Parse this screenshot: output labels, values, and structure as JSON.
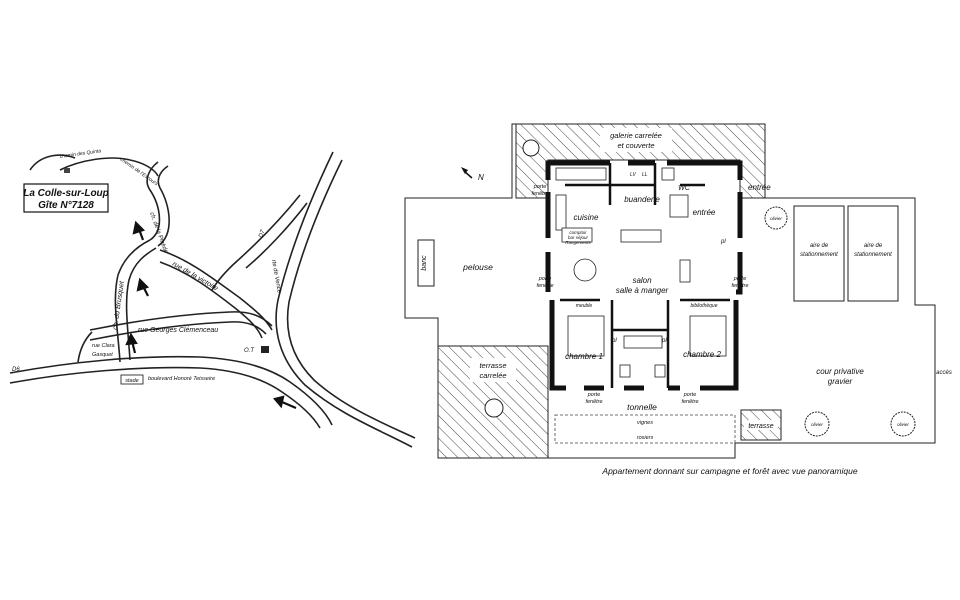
{
  "map": {
    "title_line1": "La Colle-sur-Loup",
    "title_line2": "Gîte N°7128",
    "north": "N",
    "streets": {
      "chemin_quinta": "chemin des Quinta",
      "chemin_escours": "chemin de l'Escours",
      "ch_pinede": "ch. de la Pinède",
      "ch_brusquet": "ch. du Brusquet",
      "rue_victoire": "rue de la victoire",
      "rue_clemenceau": "rue Georges Clémenceau",
      "rue_clara_1": "rue  Clara",
      "rue_clara_2": "Gasquet",
      "boulevard": "boulevard Honoré Teisseire",
      "d6": "D6",
      "d7": "D7",
      "rte_vence": "rte de Vence",
      "ot": "O.T",
      "stade": "stade"
    }
  },
  "plan": {
    "galerie_1": "galerie carrelée",
    "galerie_2": "et couverte",
    "pelouse": "pelouse",
    "banc": "banc",
    "terrasse_1": "terrasse",
    "terrasse_2": "carrelée",
    "porte_1": "porte",
    "porte_2": "fenêtre",
    "cuisine": "cuisine",
    "buanderie": "buanderie",
    "wc": "WC",
    "entree": "entrée",
    "entree_ext": "entrée",
    "salon_1": "salon",
    "salon_2": "salle à manger",
    "chambre_1": "chambre 1",
    "chambre_2": "chambre 2",
    "comptoir_1": "comptoir",
    "comptoir_2": "bar séjour",
    "comptoir_3": "Rangements",
    "meuble": "meuble",
    "bibliotheque": "bibliothèque",
    "pl": "pl",
    "lv": "LV",
    "ll": "LL",
    "tonnelle": "tonnelle",
    "vignes": "vignes",
    "rosiers": "rosiers",
    "terrasse_small": "terrasse",
    "aire_1": "aire de",
    "aire_2": "stationnement",
    "cour_1": "cour privative",
    "cour_2": "gravier",
    "acces": "accès",
    "olivier": "olivier",
    "caption": "Appartement donnant sur campagne et forêt avec vue panoramique"
  }
}
